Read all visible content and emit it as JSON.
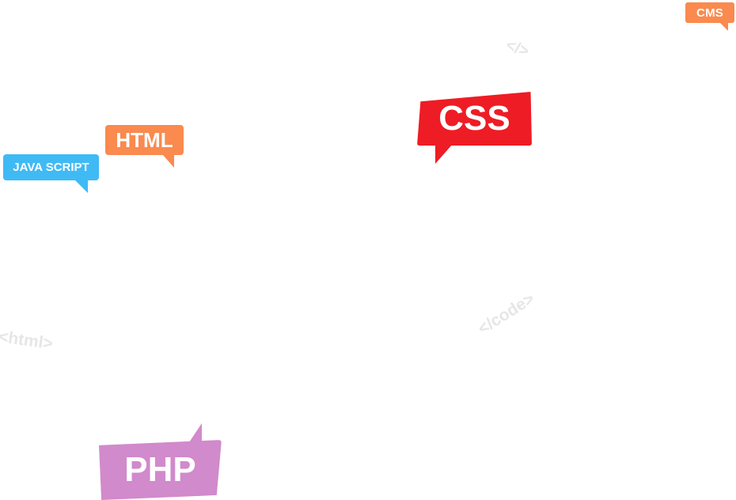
{
  "tags": {
    "cms": {
      "label": "CMS",
      "color": "#fa8a4e"
    },
    "html": {
      "label": "HTML",
      "color": "#fa8a4e"
    },
    "javascript": {
      "label": "JAVA SCRIPT",
      "color": "#3fbaf5"
    },
    "css": {
      "label": "CSS",
      "color": "#ee1c25"
    },
    "php": {
      "label": "PHP",
      "color": "#d18acb"
    }
  },
  "watermarks": {
    "slash_tag": "</>",
    "html_tag": "<html>",
    "code_tag": "</code>"
  }
}
